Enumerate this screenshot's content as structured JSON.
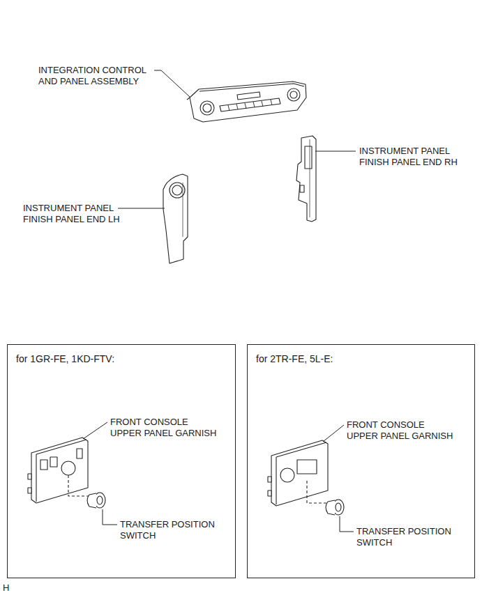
{
  "diagram": {
    "nodes": [
      {
        "text": [
          "for 1GR-FE, 1KD-FTV:"
        ]
      },
      {
        "text": [
          "for 2TR-FE, 5L-E:"
        ]
      }
    ],
    "labels": [
      "INTEGRATION CONTROL AND PANEL ASSEMBLY",
      "INSTRUMENT PANEL FINISH PANEL END RH",
      "INSTRUMENT PANEL FINISH PANEL END LH",
      "FRONT CONSOLE UPPER PANEL GARNISH",
      "TRANSFER POSITION SWITCH",
      "FRONT CONSOLE UPPER PANEL GARNISH",
      "TRANSFER POSITION SWITCH",
      "H"
    ]
  }
}
